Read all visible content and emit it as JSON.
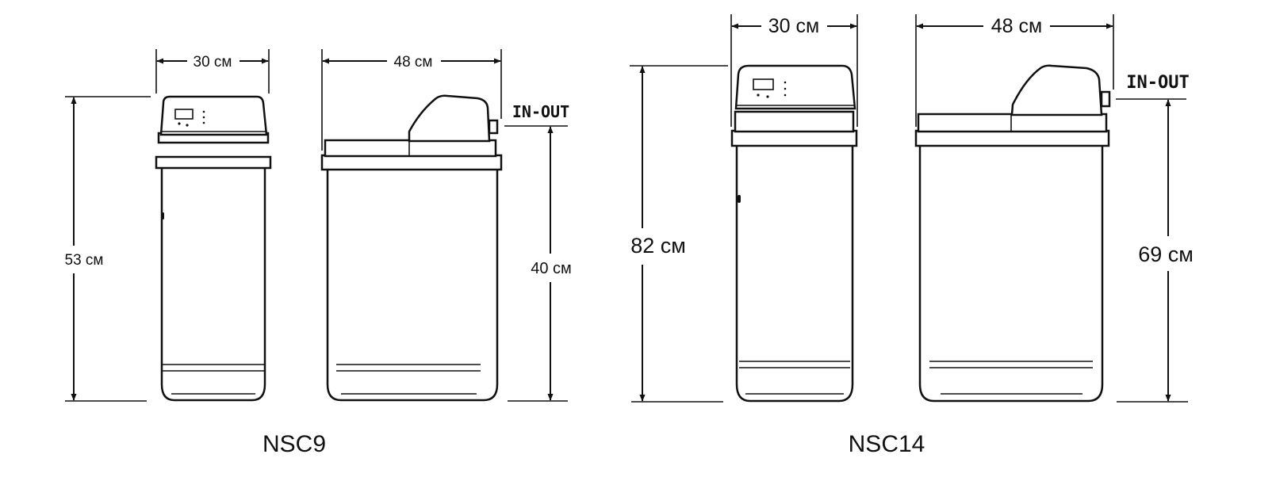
{
  "models": [
    {
      "name": "NSC9",
      "width_label": "30 см",
      "depth_label": "48 см",
      "height_label": "53 см",
      "connection_label": "IN-OUT",
      "connection_height_label": "40 см"
    },
    {
      "name": "NSC14",
      "width_label": "30 см",
      "depth_label": "48 см",
      "height_label": "82 см",
      "connection_label": "IN-OUT",
      "connection_height_label": "69 см"
    }
  ],
  "colors": {
    "line": "#111111",
    "background": "#ffffff"
  }
}
